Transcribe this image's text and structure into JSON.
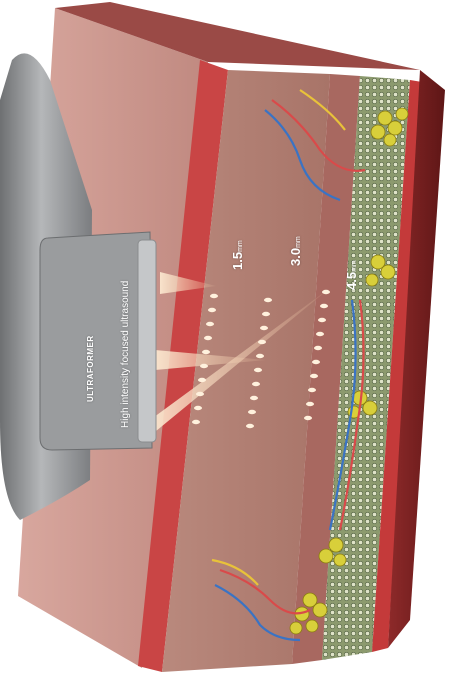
{
  "device": {
    "brand": "ULTRAFORMER",
    "caption": "High intensity focused ultrasound"
  },
  "depths": [
    {
      "value": "1.5",
      "unit": "mm"
    },
    {
      "value": "3.0",
      "unit": "mm"
    },
    {
      "value": "4.5",
      "unit": "mm"
    }
  ],
  "colors": {
    "skin_surface": "#c99088",
    "dermis": "#b58478",
    "red_band": "#c43a3a",
    "fat_yellow": "#d8cf3a",
    "connective": "#6a7a52",
    "beam": "#f3d7b8",
    "device_body": "#8c8e90"
  }
}
